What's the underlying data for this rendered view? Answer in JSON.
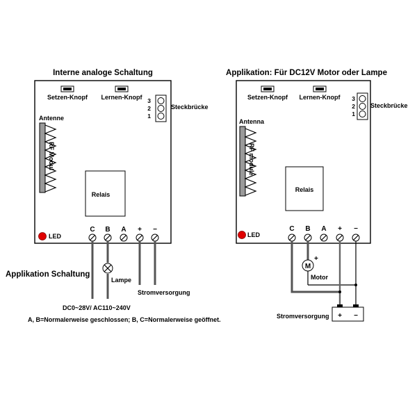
{
  "left": {
    "title": "Interne analoge Schaltung",
    "set_button": "Setzen-Knopf",
    "learn_button": "Lernen-Knopf",
    "jumper_nums": [
      "3",
      "2",
      "1"
    ],
    "jumper_label": "Steckbrücke",
    "antenna_label": "Antenne",
    "rf_label": "RF Modul",
    "relay_label": "Relais",
    "led_label": "LED",
    "terminals": [
      "C",
      "B",
      "A",
      "+",
      "−"
    ],
    "app_label": "Applikation Schaltung",
    "lamp_label": "Lampe",
    "power_label": "Stromversorgung",
    "voltage_label": "DC0~28V/ AC110~240V",
    "note": "A, B=Normalerweise geschlossen; B, C=Normalerweise geöffnet."
  },
  "right": {
    "title": "Applikation: Für DC12V Motor oder Lampe",
    "set_button": "Setzen-Knopf",
    "learn_button": "Lernen-Knopf",
    "jumper_nums": [
      "3",
      "2",
      "1"
    ],
    "jumper_label": "Steckbrücke",
    "antenna_label": "Antenna",
    "rf_label": "RF module",
    "relay_label": "Relais",
    "led_label": "LED",
    "terminals": [
      "C",
      "B",
      "A",
      "+",
      "−"
    ],
    "motor_symbol": "M",
    "motor_plus": "+",
    "motor_label": "Motor",
    "power_label": "Stromversorgung",
    "battery_plus": "+",
    "battery_minus": "−"
  },
  "colors": {
    "led": "#e00000",
    "rf_module": "#9a9a9a",
    "wire": "#555555"
  }
}
